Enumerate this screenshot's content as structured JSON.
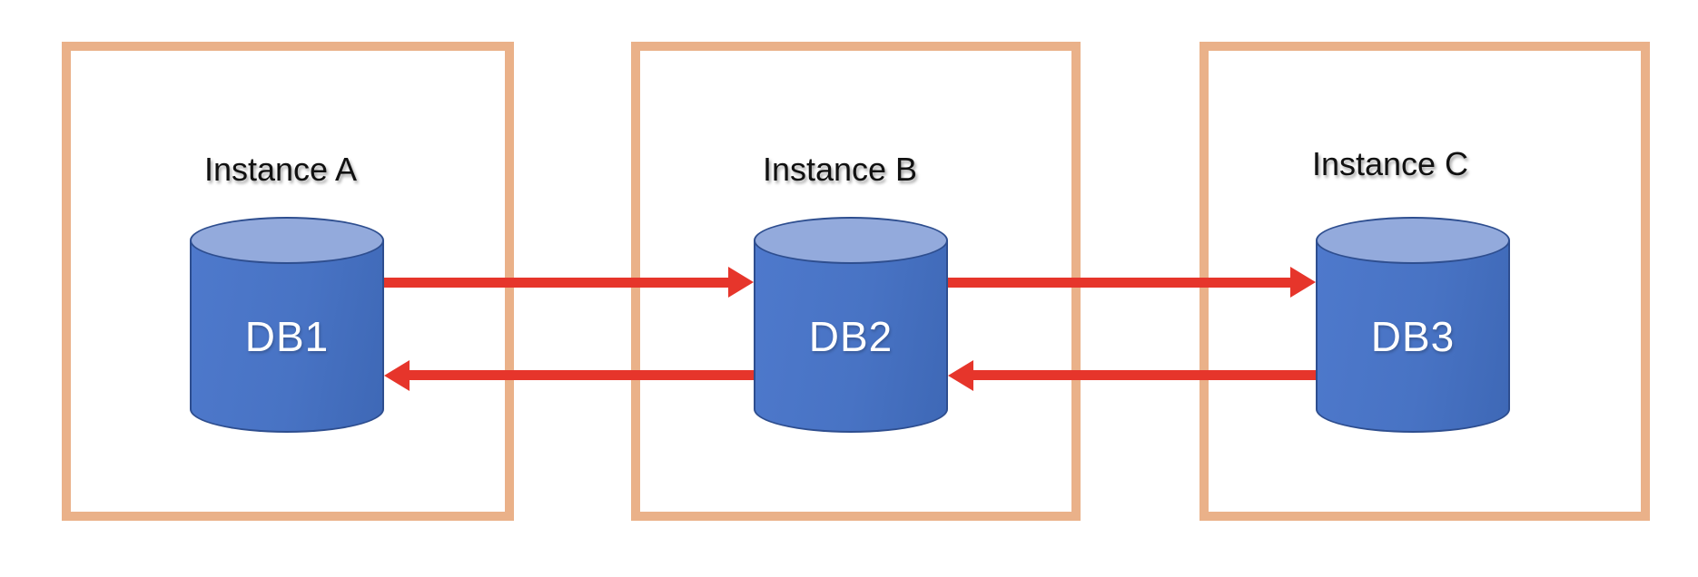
{
  "colors": {
    "background": "#FFFFFF",
    "box-border": "#EAB189",
    "cylinder-body": "#4873C4",
    "cylinder-body-light": "#4E79CC",
    "cylinder-body-dark": "#3E68B6",
    "cylinder-top": "#93AADC",
    "cylinder-outline": "#2E4E8F",
    "arrow-red": "#E6352B",
    "label-text": "#111111",
    "db-text": "#FFFFFF"
  },
  "instances": [
    {
      "label": "Instance A",
      "db": "DB1"
    },
    {
      "label": "Instance B",
      "db": "DB2"
    },
    {
      "label": "Instance C",
      "db": "DB3"
    }
  ],
  "connections": [
    {
      "from": "DB1",
      "to": "DB2",
      "direction": "right"
    },
    {
      "from": "DB2",
      "to": "DB3",
      "direction": "right"
    },
    {
      "from": "DB2",
      "to": "DB1",
      "direction": "left"
    },
    {
      "from": "DB3",
      "to": "DB2",
      "direction": "left"
    }
  ]
}
